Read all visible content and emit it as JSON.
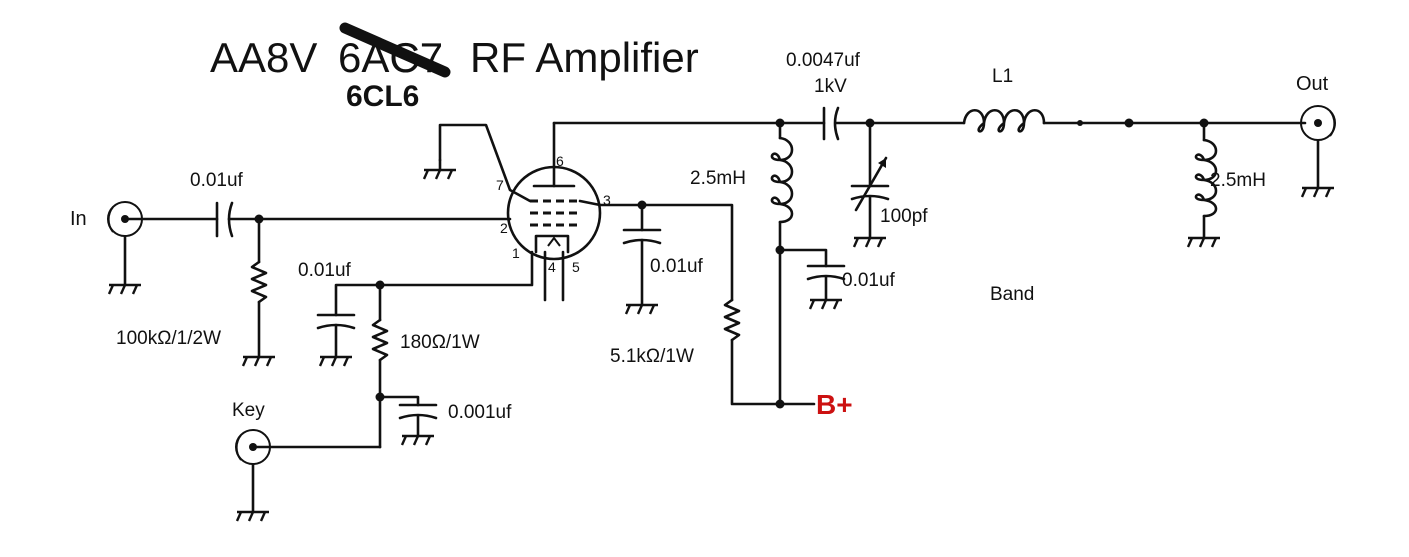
{
  "title": {
    "main": "AA8V",
    "struck": "6AC7",
    "rest": "RF Amplifier",
    "replacement": "6CL6"
  },
  "labels": {
    "in": "In",
    "out": "Out",
    "key": "Key",
    "band": "Band",
    "bplus": "B+",
    "c_in": "0.01uf",
    "r_grid": "100kΩ/1/2W",
    "c_cath": "0.01uf",
    "r_cath": "180Ω/1W",
    "c_key": "0.001uf",
    "c_screen": "0.01uf",
    "r_screen": "5.1kΩ/1W",
    "rfc_plate": "2.5mH",
    "c_bypass": "0.01uf",
    "c_couple_1": "0.0047uf",
    "c_couple_2": "1kV",
    "c_var": "100pf",
    "l1": "L1",
    "rfc_out": "2.5mH"
  },
  "pins": {
    "p1": "1",
    "p2": "2",
    "p3": "3",
    "p4": "4",
    "p5": "5",
    "p6": "6",
    "p7": "7"
  },
  "colors": {
    "line": "#111111",
    "bplus": "#cc1111"
  }
}
